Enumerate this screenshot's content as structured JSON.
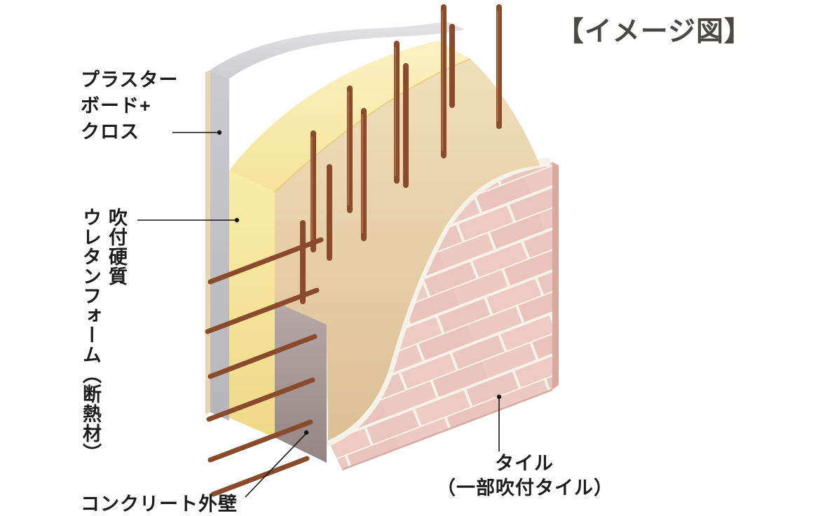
{
  "title": "【イメージ図】",
  "labels": {
    "plasterboard": {
      "lines": [
        "プラスター",
        "ボード+",
        "クロス"
      ]
    },
    "urethane_foam": {
      "columns": [
        "吹付硬質",
        "ウレタンフォーム（断熱材）"
      ]
    },
    "concrete_wall": {
      "text": "コンクリート外壁"
    },
    "tile": {
      "lines": [
        "タイル",
        "（一部吹付タイル）"
      ]
    }
  },
  "colors": {
    "background": "#ffffff",
    "plasterboard_face": "#c4c4c8",
    "plasterboard_top": "#dcdcdf",
    "board_side_edge": "#e7d6b0",
    "foam_face": "#f6e49c",
    "foam_top": "#f9eeb8",
    "concrete_top": "#e8cfa6",
    "concrete_face": "#a89b99",
    "tile_brick": "#ecc9c3",
    "tile_mortar": "#f7f2e9",
    "rebar": "#8a4b2c",
    "label_text": "#1c1c1c",
    "title_text": "#4b4846",
    "leader_line": "#161616"
  }
}
